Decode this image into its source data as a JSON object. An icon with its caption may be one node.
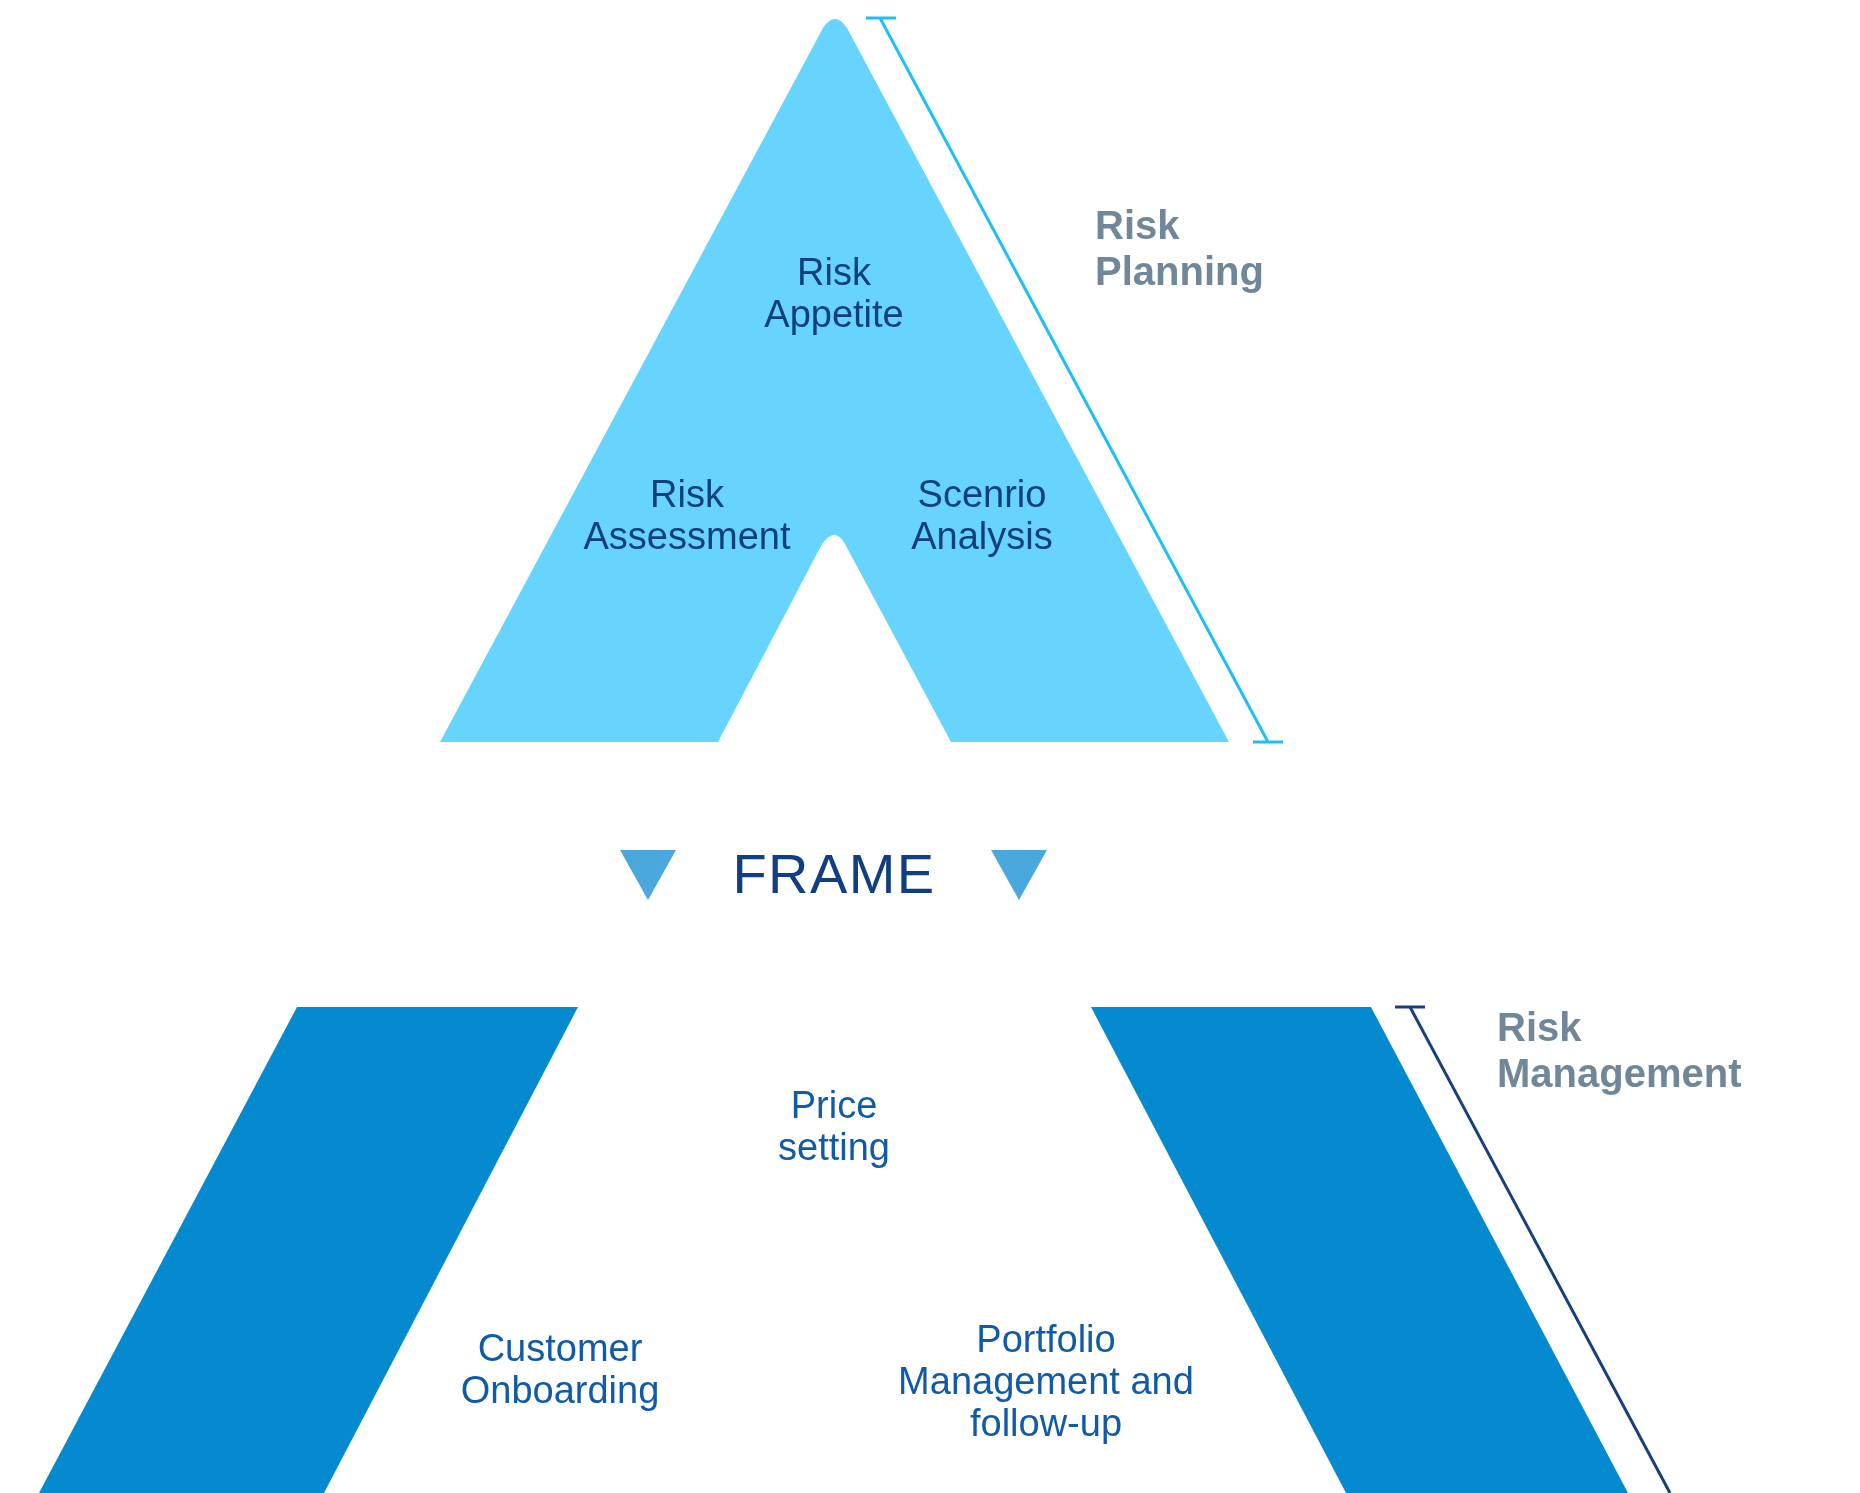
{
  "diagram": {
    "nodes": [
      {
        "text": [
          "Risk Appetite",
          "Risk Assessment",
          "Scenrio Analysis"
        ]
      },
      {
        "text": [],
        "shape": "box"
      },
      {
        "text": [],
        "shape": "box"
      }
    ],
    "labels": [
      "Risk Planning",
      "FRAME",
      "Risk Management",
      "Price setting",
      "Customer Onboarding",
      "Portfolio Management and follow-up"
    ]
  }
}
